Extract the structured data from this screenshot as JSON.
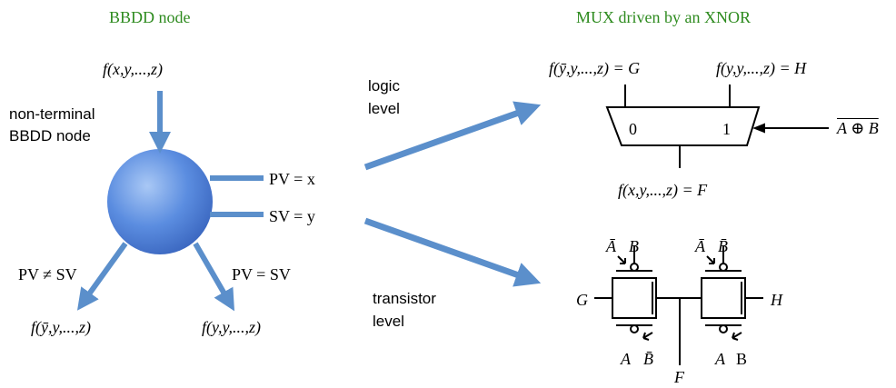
{
  "headers": {
    "left": "BBDD node",
    "right": "MUX driven by an XNOR"
  },
  "bbdd": {
    "input_func": "f(x,y,...,z)",
    "caption_line1": "non-terminal",
    "caption_line2": "BBDD node",
    "pv_label": "PV = x",
    "sv_label": "SV = y",
    "neq_branch": "PV ≠ SV",
    "eq_branch": "PV = SV",
    "out_left": "f(ȳ,y,...,z)",
    "out_right": "f(y,y,...,z)"
  },
  "arrows": {
    "logic_line1": "logic",
    "logic_line2": "level",
    "trans_line1": "transistor",
    "trans_line2": "level"
  },
  "mux": {
    "in0_func": "f(ȳ,y,...,z) = G",
    "in1_func": "f(y,y,...,z) = H",
    "zero": "0",
    "one": "1",
    "select": "A ⊕ B",
    "output": "f(x,y,...,z) = F"
  },
  "transistor": {
    "g": "G",
    "h": "H",
    "f": "F",
    "tg1_top_a": "Ā",
    "tg1_top_b": "B",
    "tg1_bot_a": "A",
    "tg1_bot_b": "B̄",
    "tg2_top_a": "Ā",
    "tg2_top_b": "B̄",
    "tg2_bot_a": "A",
    "tg2_bot_b": "B"
  },
  "colors": {
    "arrow_blue": "#5b8fcb",
    "node_blue": "#4a78cc",
    "header_green": "#2e8b1f"
  }
}
